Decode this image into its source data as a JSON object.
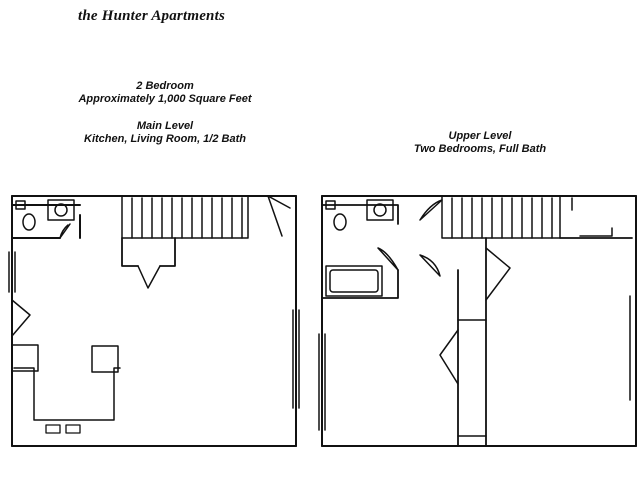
{
  "title": "the Hunter Apartments",
  "main": {
    "unit_type": "2 Bedroom",
    "area": "Approximately 1,000 Square Feet",
    "level_name": "Main Level",
    "rooms": "Kitchen, Living Room, 1/2 Bath"
  },
  "upper": {
    "level_name": "Upper Level",
    "rooms": "Two Bedrooms, Full Bath"
  }
}
